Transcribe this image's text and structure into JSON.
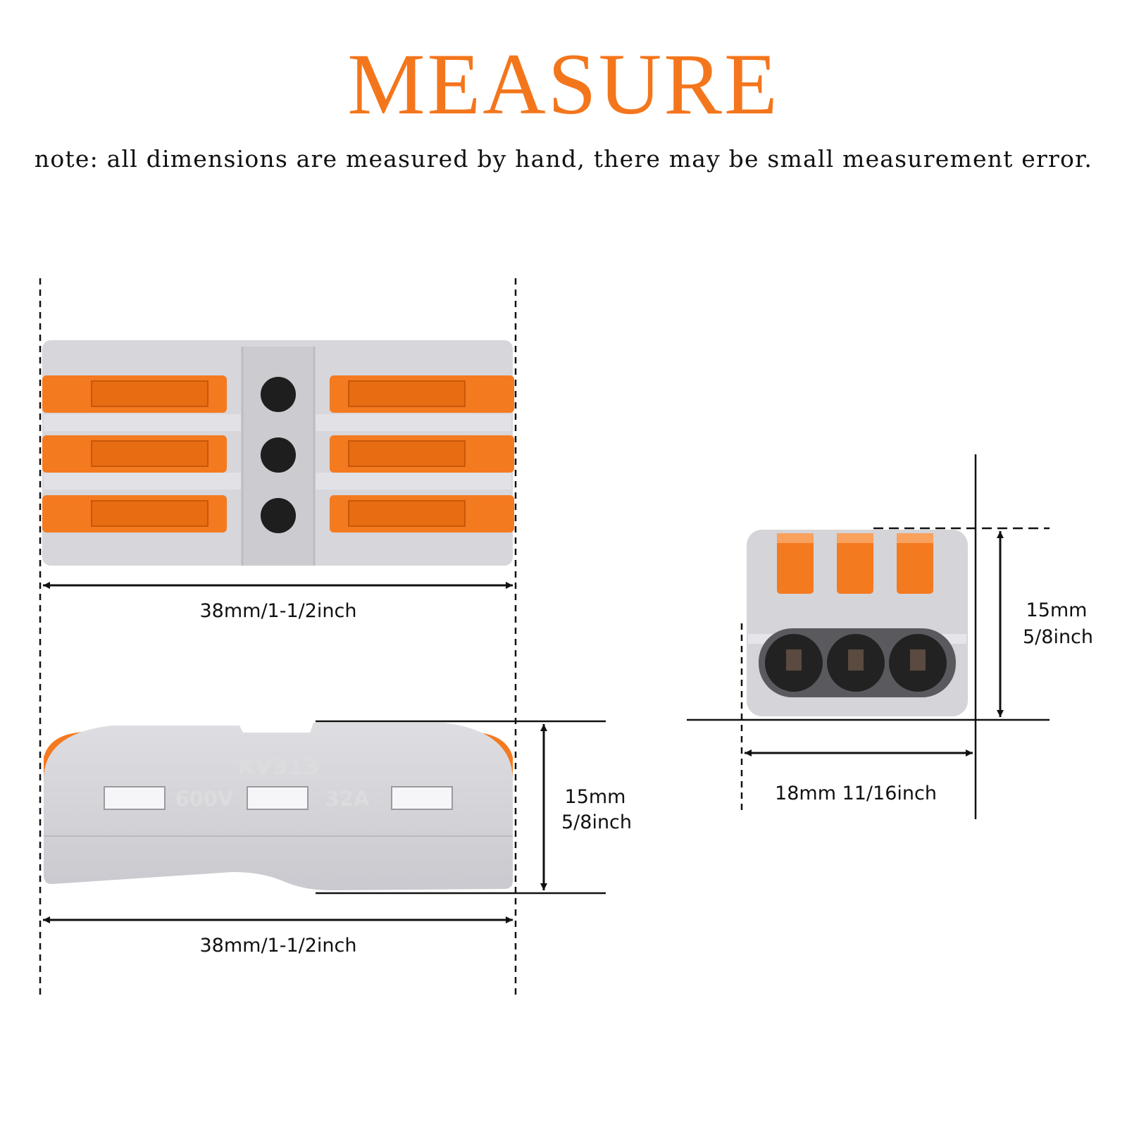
{
  "header": {
    "title": "MEASURE",
    "note": "note: all dimensions are measured by hand, there may be small measurement error."
  },
  "top_view": {
    "width_label": "38mm/1-1/2inch"
  },
  "side_view": {
    "mold_model": "KV313",
    "mold_voltage": "600V",
    "mold_current": "32A",
    "width_label": "38mm/1-1/2inch",
    "height_label_mm": "15mm",
    "height_label_inch": "5/8inch"
  },
  "end_view": {
    "height_label_mm": "15mm",
    "height_label_inch": "5/8inch",
    "width_label": "18mm 11/16inch"
  },
  "colors": {
    "title": "#f4761c",
    "lever_orange": "#f47a20",
    "housing_gray": "#d4d4d9",
    "hole_dark": "#1e1e1e"
  }
}
